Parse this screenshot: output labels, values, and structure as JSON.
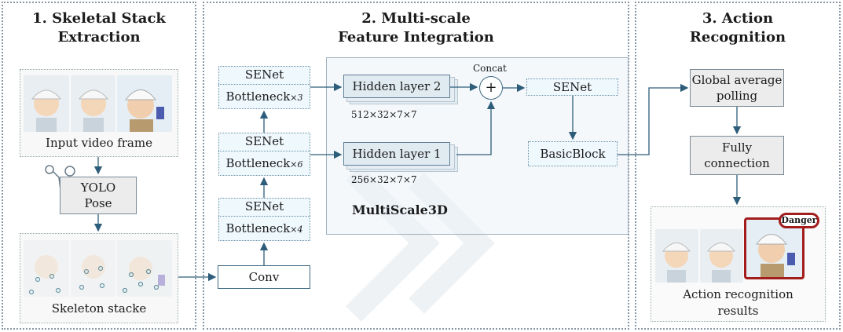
{
  "panels": {
    "p1_title": "1. Skeletal Stack\nExtraction",
    "p2_title": "2. Multi-scale\nFeature Integration",
    "p3_title": "3. Action\nRecognition"
  },
  "left": {
    "input_label": "Input video frame",
    "yolo_label": "YOLO\nPose",
    "skeleton_label": "Skeleton stacke"
  },
  "middle": {
    "senet": "SENet",
    "bottleneck": "Bottleneck",
    "mult_3": "×3",
    "mult_6": "×6",
    "mult_4": "×4",
    "conv": "Conv",
    "hidden2": "Hidden layer 2",
    "hidden1": "Hidden layer 1",
    "dim2": "512×32×7×7",
    "dim1": "256×32×7×7",
    "concat": "Concat",
    "plus": "+",
    "senet_right": "SENet",
    "basicblock": "BasicBlock",
    "multiscale": "MultiScale3D"
  },
  "right": {
    "gap": "Global average\npolling",
    "fc": "Fully\nconnection",
    "danger": "Danger",
    "result": "Action recognition\nresults"
  },
  "colors": {
    "arrow": "#2d5d7a",
    "danger_border": "#a31d1d",
    "panel_border": "#8a97a3"
  }
}
